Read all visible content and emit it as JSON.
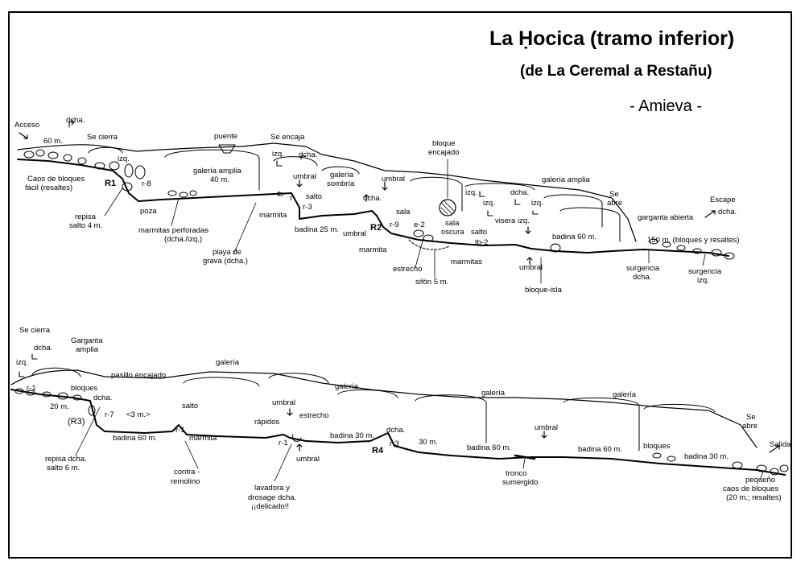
{
  "title": "La Ḥocica (tramo inferior)",
  "subtitle": "(de La Ceremal a Restañu)",
  "region": "- Amieva -",
  "labels": {
    "t1": "Acceso",
    "t2": "60 m.",
    "t3": "dcha.",
    "t4": "Se cierra",
    "t5": "izq.",
    "t6": "Caos de bloques",
    "t7": "fácil (resaltes)",
    "t8": "R1",
    "t9": "r-8",
    "t10": "repisa",
    "t11": "salto 4 m.",
    "t12": "poza",
    "t13": "puente",
    "t14": "galería amplia",
    "t15": "40 m.",
    "t16": "marmitas perforadas",
    "t17": "(dcha./izq.)",
    "t18": "Se encaja",
    "t19": "izq.",
    "t20": "dcha.",
    "t21": "umbral",
    "t22": "tb",
    "t23": "r",
    "t24": "salto",
    "t25": "r-3",
    "t26": "galería",
    "t27": "sombría",
    "t28": "marmita",
    "t29": "playa de",
    "t30": "grava (dcha.)",
    "t31": "badina 25 m.",
    "t32": "dcha.",
    "t33": "umbral",
    "t34": "R2",
    "t35": "umbral",
    "t36": "marmita",
    "t37": "sala",
    "t38": "r-9",
    "t39": "e-2",
    "t40": "estrecho",
    "t41": "sifón 5 m.",
    "t42": "bloque",
    "t43": "encajado",
    "t44": "sala",
    "t45": "oscura",
    "t46": "salto",
    "t47": "tb-2",
    "t48": "marmitas",
    "t49": "izq.",
    "t50": "izq.",
    "t51": "dcha.",
    "t52": "izq.",
    "t53": "visera izq.",
    "t54": "galería amplia",
    "t55": "Se",
    "t56": "abre",
    "t57": "garganta abierta",
    "t58": "badina 60 m.",
    "t59": "umbral",
    "t60": "bloque-isla",
    "t61": "150 m. (bloques y resaltes)",
    "t62": "surgencia",
    "t63": "dcha.",
    "t64": "surgencia",
    "t65": "izq.",
    "t66": "Escape",
    "t67": "dcha.",
    "u1": "Se cierra",
    "u2": "dcha.",
    "u3": "Garganta",
    "u4": "amplia",
    "u5": "izq.",
    "u6": "r-1",
    "u7": "bloques",
    "u8": "20 m.",
    "u9": "dcha.",
    "u10": "(R3)",
    "u11": "r-7",
    "u12": "<3 m.>",
    "u13": "pasillo encajado",
    "u14": "repisa dcha.",
    "u15": "salto 6 m.",
    "u16": "badina 60 m.",
    "u17": "salto",
    "u18": "r-1",
    "u19": "marmita",
    "u20": "contra -",
    "u21": "remolino",
    "u22": "galería",
    "u23": "umbral",
    "u24": "rápidos",
    "u25": "estrecho",
    "u26": "r-1",
    "u27": "umbral",
    "u28": "lavadora y",
    "u29": "drosage dcha.",
    "u30": "¡¡delicado!!",
    "u31": "galería",
    "u32": "badina 30 m.",
    "u33": "dcha.",
    "u34": "R4",
    "u35": "r-3",
    "u36": "30 m.",
    "u37": "galería",
    "u38": "badina 60 m.",
    "u39": "tronco",
    "u40": "sumergido",
    "u41": "umbral",
    "u42": "galería",
    "u43": "badina 60 m.",
    "u44": "bloques",
    "u45": "badina 30 m.",
    "u46": "Se",
    "u47": "abre",
    "u48": "Salida",
    "u49": "pequeño",
    "u50": "caos de bloques",
    "u51": "(20 m.; resaltes)"
  }
}
